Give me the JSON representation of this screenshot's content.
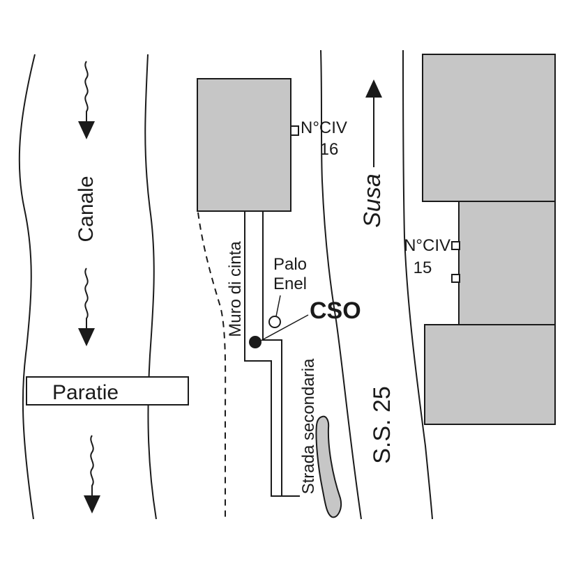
{
  "labels": {
    "canale": "Canale",
    "paratie": "Paratie",
    "muro": "Muro di cinta",
    "palo_line1": "Palo",
    "palo_line2": "Enel",
    "cso": "CSO",
    "strada": "Strada secondaria",
    "ss25": "S.S. 25",
    "susa": "Susa",
    "civ16_line1": "N°CIV",
    "civ16_line2": "16",
    "civ15_line1": "N°CIV",
    "civ15_line2": "15"
  },
  "colors": {
    "line": "#1a1a1a",
    "building": "#c6c6c6",
    "background": "#ffffff"
  },
  "icons": {
    "flow_arrow": "wavy-arrow-down-icon",
    "direction_arrow": "arrow-up-icon",
    "cso_point": "filled-circle-icon",
    "pole": "hollow-circle-icon"
  }
}
